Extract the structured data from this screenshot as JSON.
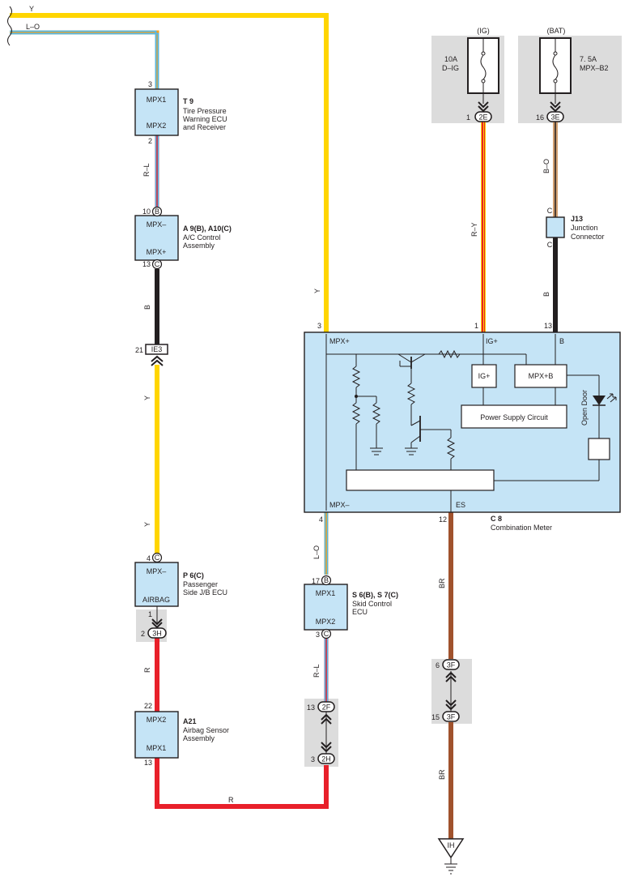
{
  "wires": {
    "y_top": "Y",
    "lo_top": "L–O",
    "rl_t9": "R–L",
    "b_a9": "B",
    "y_mid1": "Y",
    "y_mid2": "Y",
    "r_p6": "R",
    "r_bottom": "R",
    "y_meter": "Y",
    "lo_meter": "L–O",
    "rl_s6": "R–L",
    "ry": "R–Y",
    "bo": "B–O",
    "b_j13": "B",
    "br_top": "BR",
    "br_bottom": "BR"
  },
  "fuses": {
    "ig": {
      "source": "(IG)",
      "rating": "10A",
      "name": "D–IG"
    },
    "bat": {
      "source": "(BAT)",
      "rating": "7. 5A",
      "name": "MPX–B2"
    }
  },
  "components": {
    "t9": {
      "code": "T 9",
      "name": [
        "Tire Pressure",
        "Warning ECU",
        "and Receiver"
      ],
      "term1": "MPX1",
      "term2": "MPX2",
      "pin1": "3",
      "pin2": "2"
    },
    "a9": {
      "code": "A 9(B), A10(C)",
      "name": [
        "A/C Control",
        "Assembly"
      ],
      "term1": "MPX–",
      "term2": "MPX+",
      "pin1": "10",
      "conn1": "B",
      "pin2": "13",
      "conn2": "C"
    },
    "ie3": {
      "pin": "21",
      "label": "IE3"
    },
    "p6": {
      "code": "P 6(C)",
      "name": [
        "Passenger",
        "Side J/B ECU"
      ],
      "term1": "MPX–",
      "term2": "AIRBAG",
      "pin1": "4",
      "conn1": "C",
      "pin2": "1",
      "pin3": "2",
      "conn3": "3H"
    },
    "a21": {
      "code": "A21",
      "name": [
        "Airbag Sensor",
        "Assembly"
      ],
      "term1": "MPX2",
      "term2": "MPX1",
      "pin1": "22",
      "pin2": "13"
    },
    "s6": {
      "code": "S 6(B), S 7(C)",
      "name": [
        "Skid Control",
        "ECU"
      ],
      "term1": "MPX1",
      "term2": "MPX2",
      "pin1": "17",
      "conn1": "B",
      "pin2": "3",
      "conn2": "C"
    },
    "j2f": {
      "pin": "13",
      "label": "2F"
    },
    "j2h": {
      "pin": "3",
      "label": "2H"
    },
    "j2e": {
      "pin": "1",
      "label": "2E"
    },
    "j3e": {
      "pin": "16",
      "label": "3E"
    },
    "j13": {
      "code": "J13",
      "name": [
        "Junction",
        "Connector"
      ],
      "pin_top": "C",
      "pin_bottom": "C"
    },
    "j3f_top": {
      "pin": "6",
      "label": "3F"
    },
    "j3f_bottom": {
      "pin": "15",
      "label": "3F"
    },
    "ground": {
      "label": "IH"
    },
    "c8": {
      "code": "C 8",
      "name": "Combination Meter",
      "pin_mpx_plus": "3",
      "pin_ig": "1",
      "pin_b": "13",
      "pin_mpx_minus": "4",
      "pin_es": "12",
      "term_mpx_plus": "MPX+",
      "term_ig": "IG+",
      "term_b": "B",
      "term_mpx_minus": "MPX–",
      "term_es": "ES",
      "inner_ig": "IG+",
      "inner_mpxb": "MPX+B",
      "power_supply": "Power Supply Circuit",
      "open_door": "Open Door"
    }
  },
  "colors": {
    "yellow": "#ffd500",
    "red": "#e8202a",
    "black": "#231f20",
    "brown": "#a0522d",
    "box_fill": "#c5e4f6",
    "shade": "#dcdcdc"
  }
}
